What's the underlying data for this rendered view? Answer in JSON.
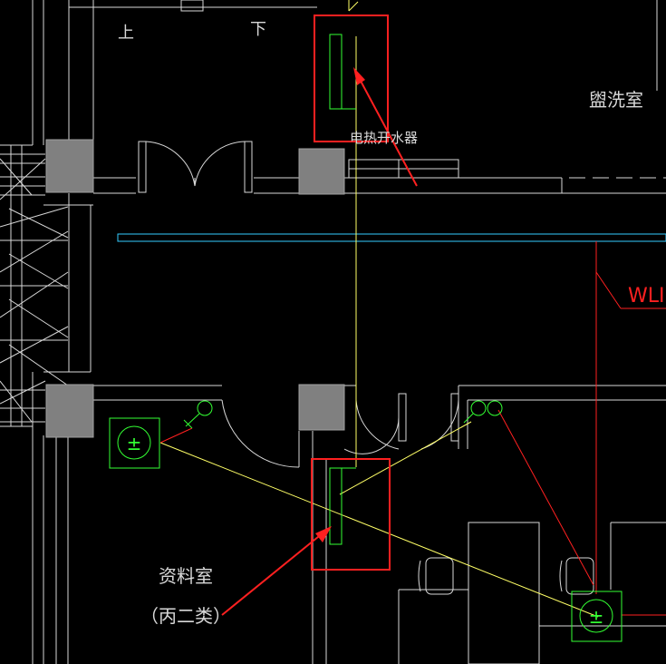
{
  "labels": {
    "stair_up": "上",
    "stair_down": "下",
    "washroom": "盥洗室",
    "water_heater": "电热开水器",
    "circuit": "WLI",
    "archive_room": "资料室",
    "archive_class": "（丙二类）"
  },
  "symbols": {
    "socket_left": "±",
    "socket_right": "±"
  },
  "colors": {
    "background": "#000000",
    "wall": "#d8d8d8",
    "column": "#808080",
    "wire_yellow": "#ffff66",
    "device_green": "#33ff33",
    "highlight_red": "#ff2020",
    "duct_cyan": "#33ccff"
  }
}
